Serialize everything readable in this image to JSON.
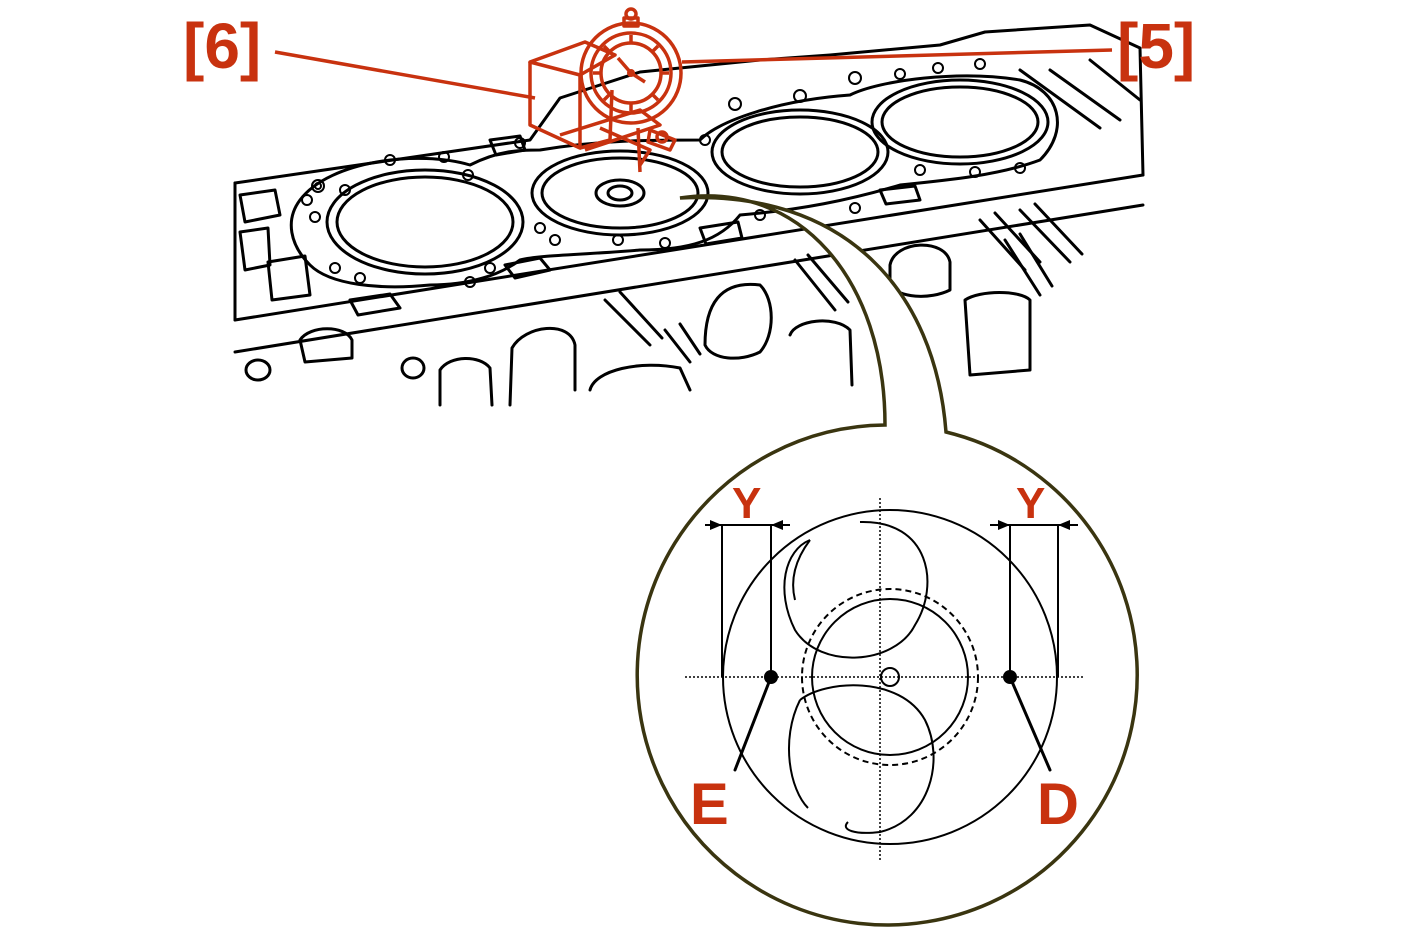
{
  "labels": {
    "tool_left": "[6]",
    "tool_right": "[5]",
    "dim_left": "Y",
    "dim_right": "Y",
    "point_e": "E",
    "point_d": "D"
  },
  "colors": {
    "accent": "#c8320f",
    "line": "#000000",
    "magnifier_outline": "#3a3510"
  },
  "icons": {
    "gauge": "dial-indicator-icon",
    "stand": "magnetic-base-icon"
  }
}
